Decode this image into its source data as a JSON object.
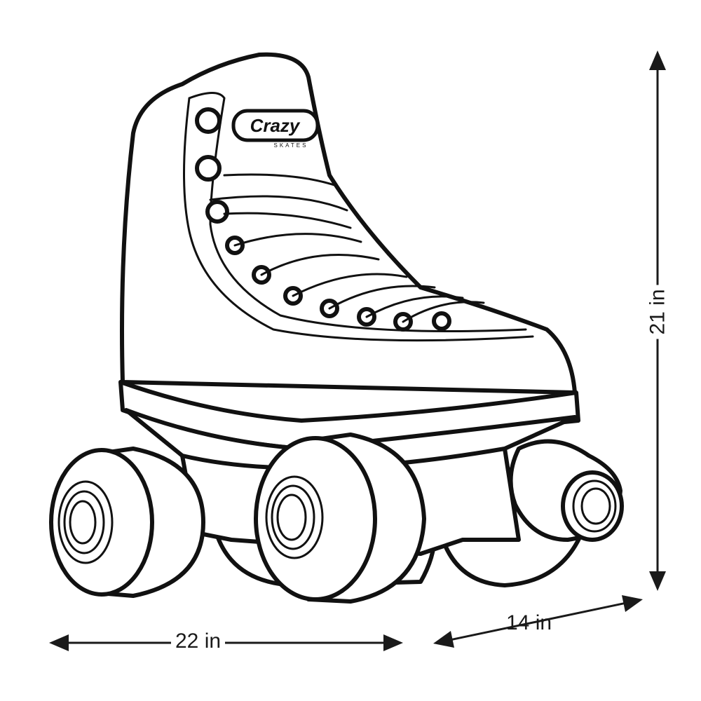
{
  "product": {
    "logo": {
      "brand": "Crazy",
      "sub": "SKATES"
    }
  },
  "dimensions": {
    "height": "21 in",
    "length": "22 in",
    "width": "14 in"
  }
}
